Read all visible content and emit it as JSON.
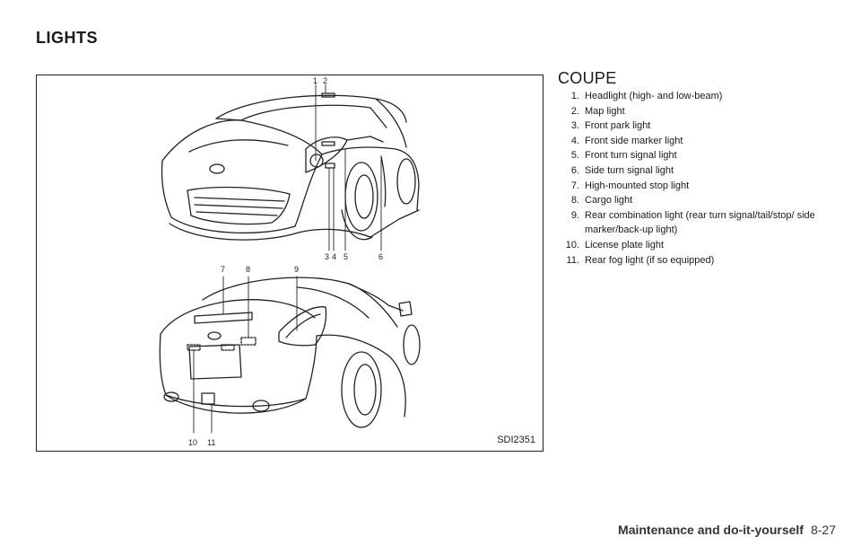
{
  "section_title": "LIGHTS",
  "figure": {
    "code": "SDI2351",
    "front_callouts": [
      "1",
      "2",
      "3",
      "4",
      "5",
      "6"
    ],
    "rear_callouts": [
      "7",
      "8",
      "9",
      "10",
      "11"
    ]
  },
  "subtitle": "COUPE",
  "lights": [
    {
      "num": "1.",
      "text": "Headlight (high- and low-beam)"
    },
    {
      "num": "2.",
      "text": "Map light"
    },
    {
      "num": "3.",
      "text": "Front park light"
    },
    {
      "num": "4.",
      "text": "Front side marker light"
    },
    {
      "num": "5.",
      "text": "Front turn signal light"
    },
    {
      "num": "6.",
      "text": "Side turn signal light"
    },
    {
      "num": "7.",
      "text": "High-mounted stop light"
    },
    {
      "num": "8.",
      "text": "Cargo light"
    },
    {
      "num": "9.",
      "text": "Rear combination light (rear turn signal/tail/stop/ side marker/back-up light)"
    },
    {
      "num": "10.",
      "text": "License plate light"
    },
    {
      "num": "11.",
      "text": "Rear fog light (if so equipped)"
    }
  ],
  "footer": {
    "chapter": "Maintenance and do-it-yourself",
    "page": "8-27"
  }
}
